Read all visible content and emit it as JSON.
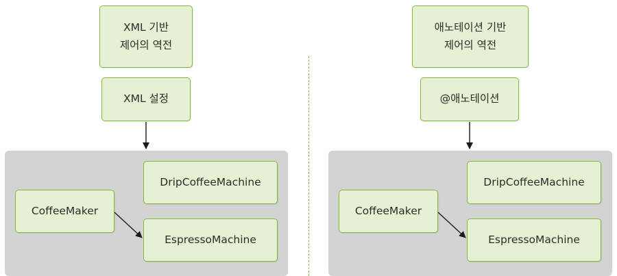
{
  "left": {
    "concept_line1": "XML 기반",
    "concept_line2": "제어의 역전",
    "config_label": "XML 설정",
    "drip": "DripCoffeeMachine",
    "maker": "CoffeeMaker",
    "espresso": "EspressoMachine"
  },
  "right": {
    "concept_line1": "애노테이션 기반",
    "concept_line2": "제어의 역전",
    "config_label": "@애노테이션",
    "drip": "DripCoffeeMachine",
    "maker": "CoffeeMaker",
    "espresso": "EspressoMachine"
  },
  "colors": {
    "box_fill": "#e6f0d2",
    "box_border": "#7dba3a",
    "container_fill": "#d3d3d3",
    "arrow": "#1a1a1a"
  }
}
